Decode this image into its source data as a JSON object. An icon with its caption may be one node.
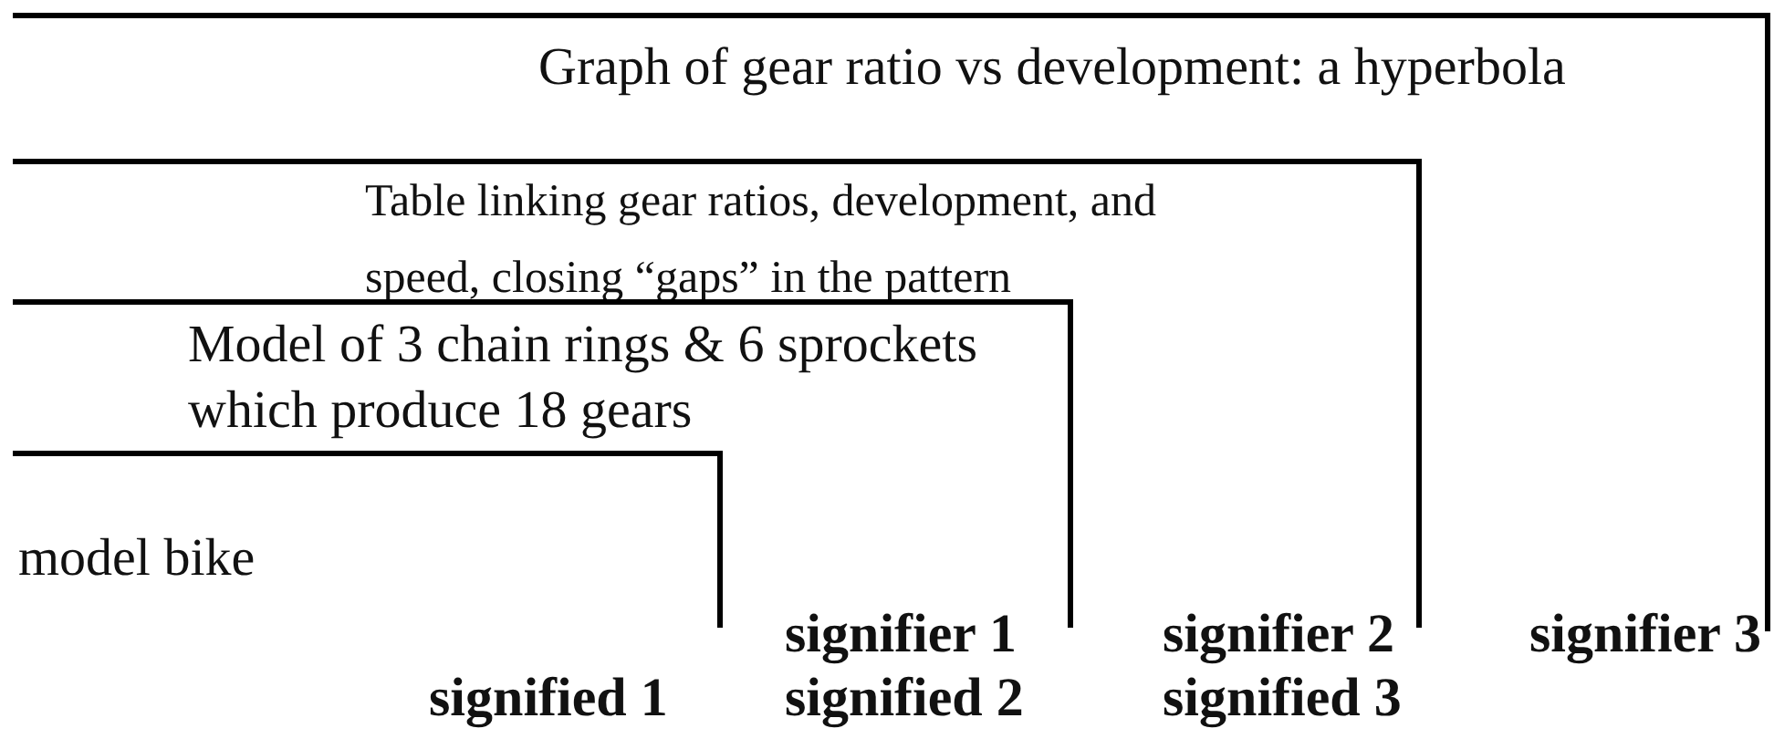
{
  "diagram": {
    "nodes": [
      {
        "text": [
          "Graph of gear ratio vs development: a hyperbola"
        ]
      },
      {
        "text": [
          "Table linking gear ratios, development, and speed, closing “gaps” in the pattern"
        ],
        "in": 0
      },
      {
        "text": [
          "Model of 3 chain rings & 6 sprockets which produce 18 gears"
        ],
        "in": 1
      },
      {
        "text": [
          "model bike"
        ],
        "in": 2
      }
    ],
    "labels": [
      "signifier 1",
      "signifier 2",
      "signifier 3",
      "signified 1",
      "signified 2",
      "signified 3"
    ]
  }
}
